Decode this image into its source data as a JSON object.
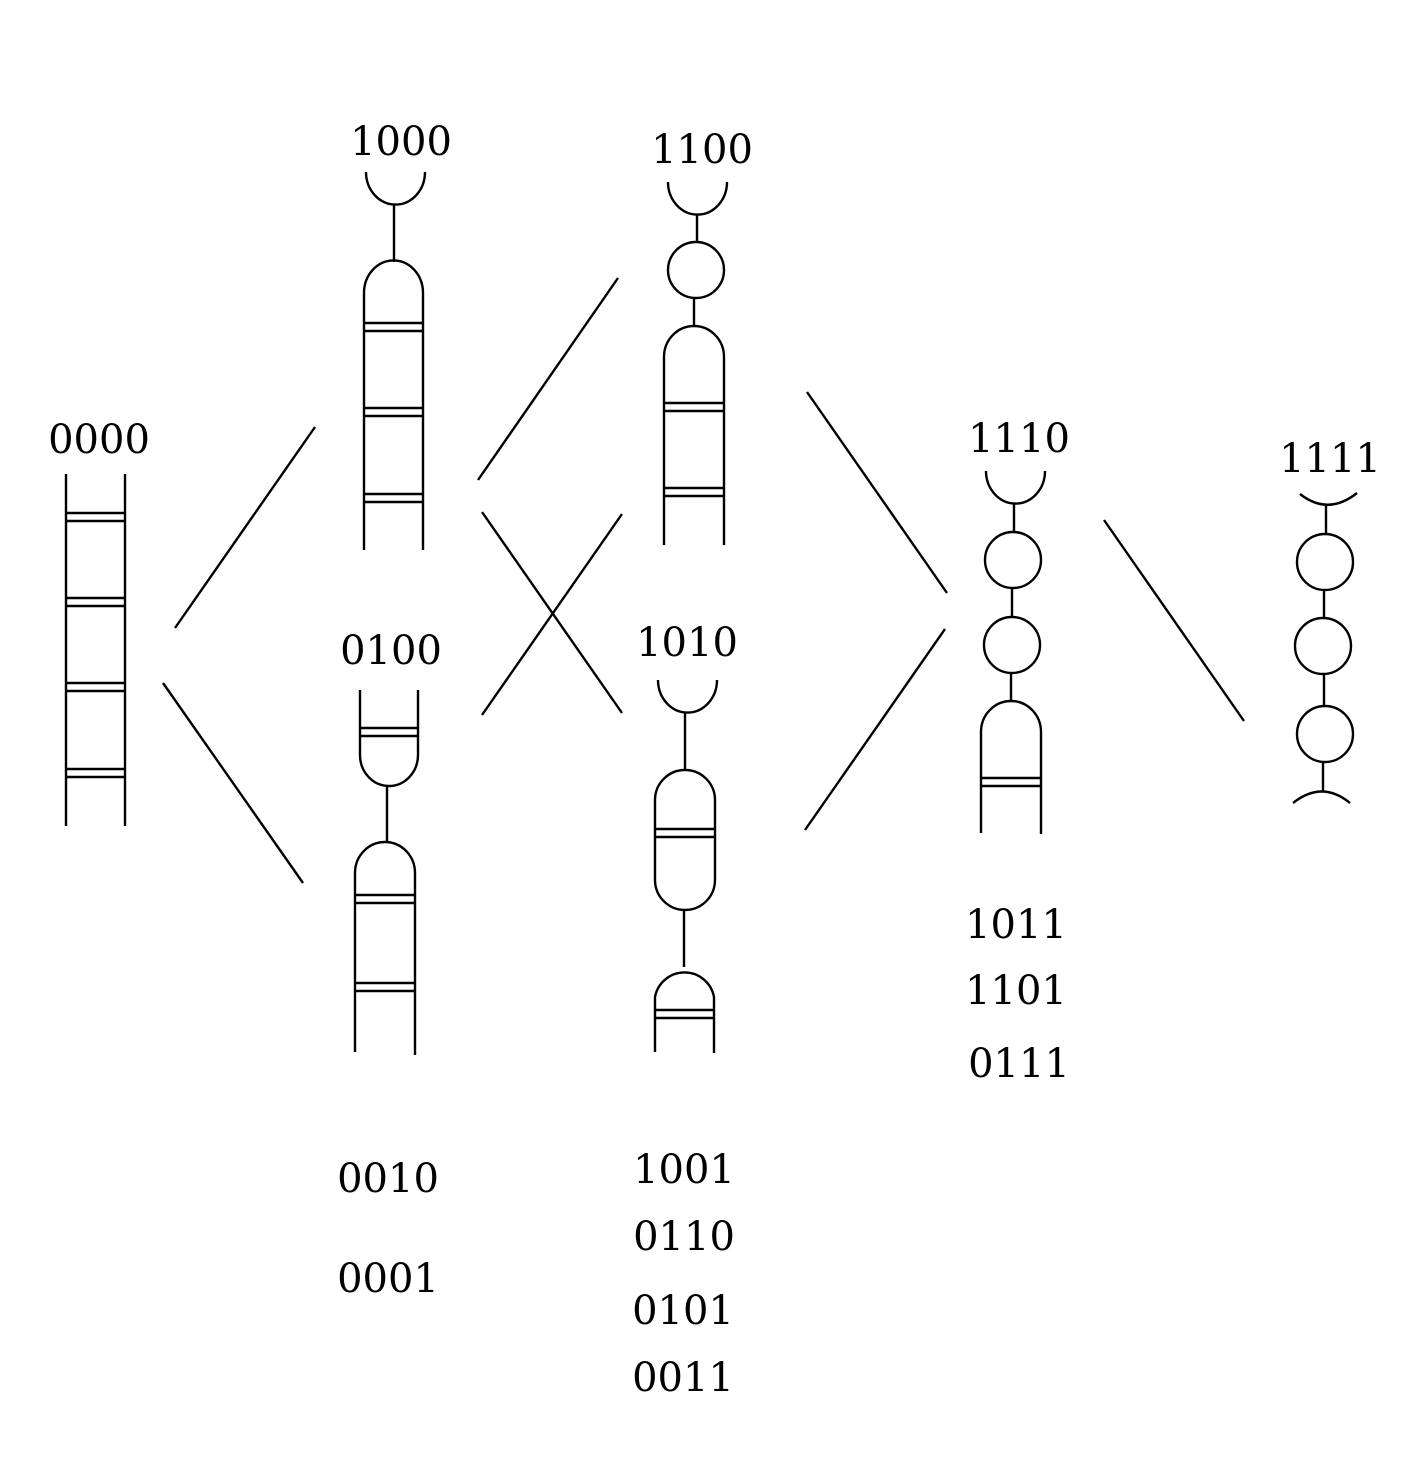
{
  "labels": {
    "s0000": "0000",
    "s1000": "1000",
    "s0100": "0100",
    "s0010": "0010",
    "s0001": "0001",
    "s1100": "1100",
    "s1010": "1010",
    "s1001": "1001",
    "s0110": "0110",
    "s0101": "0101",
    "s0011": "0011",
    "s1110": "1110",
    "s1011": "1011",
    "s1101": "1101",
    "s0111": "0111",
    "s1111": "1111"
  },
  "figures": [
    {
      "id": "fig-0000",
      "label_key": "s0000"
    },
    {
      "id": "fig-1000",
      "label_key": "s1000"
    },
    {
      "id": "fig-0100",
      "label_key": "s0100"
    },
    {
      "id": "fig-1100",
      "label_key": "s1100"
    },
    {
      "id": "fig-1010",
      "label_key": "s1010"
    },
    {
      "id": "fig-1110",
      "label_key": "s1110"
    },
    {
      "id": "fig-1111",
      "label_key": "s1111"
    }
  ],
  "connections": [
    {
      "from": "s0000",
      "to": "s1000"
    },
    {
      "from": "s0000",
      "to": "s0100"
    },
    {
      "from": "s1000",
      "to": "s1100"
    },
    {
      "from": "s1000",
      "to": "s1010"
    },
    {
      "from": "s0100",
      "to": "s1100"
    },
    {
      "from": "s1100",
      "to": "s1110"
    },
    {
      "from": "s1010",
      "to": "s1110"
    },
    {
      "from": "s1110",
      "to": "s1111"
    }
  ]
}
